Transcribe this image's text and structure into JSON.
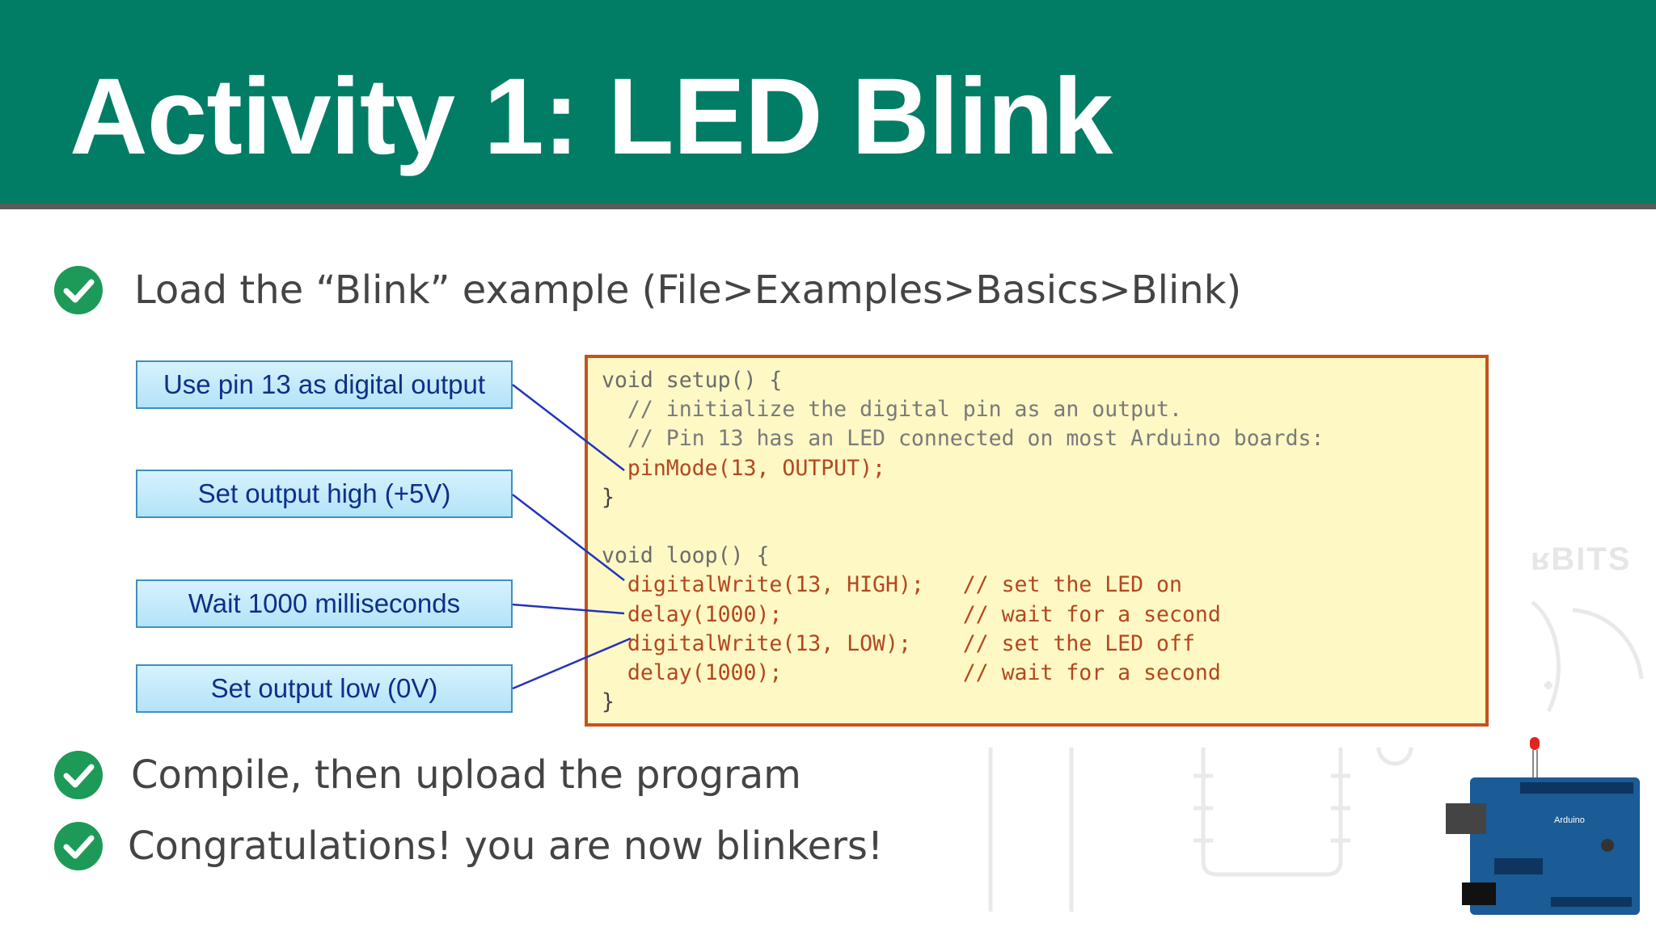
{
  "slide": {
    "title": "Activity 1: LED Blink",
    "colors": {
      "header": "#017d66",
      "check": "#1d9a57",
      "code_border": "#c5521b",
      "code_bg": "#fdf8c4"
    }
  },
  "bullets": [
    {
      "text": "Load the “Blink” example (File>Examples>Basics>Blink)",
      "icon": "check-circle-icon"
    },
    {
      "text": "Compile, then upload the program",
      "icon": "check-circle-icon"
    },
    {
      "text": "Congratulations! you are now blinkers!",
      "icon": "check-circle-icon"
    }
  ],
  "callouts": [
    "Use pin 13 as digital output",
    "Set output high (+5V)",
    "Wait 1000 milliseconds",
    "Set output low (0V)"
  ],
  "code": {
    "lines": [
      "void setup() {",
      "  // initialize the digital pin as an output.",
      "  // Pin 13 has an LED connected on most Arduino boards:",
      "  pinMode(13, OUTPUT);",
      "}",
      "",
      "void loop() {",
      "  digitalWrite(13, HIGH);   // set the LED on",
      "  delay(1000);              // wait for a second",
      "  digitalWrite(13, LOW);    // set the LED off",
      "  delay(1000);              // wait for a second",
      "}"
    ]
  },
  "board": {
    "label": "Arduino"
  }
}
